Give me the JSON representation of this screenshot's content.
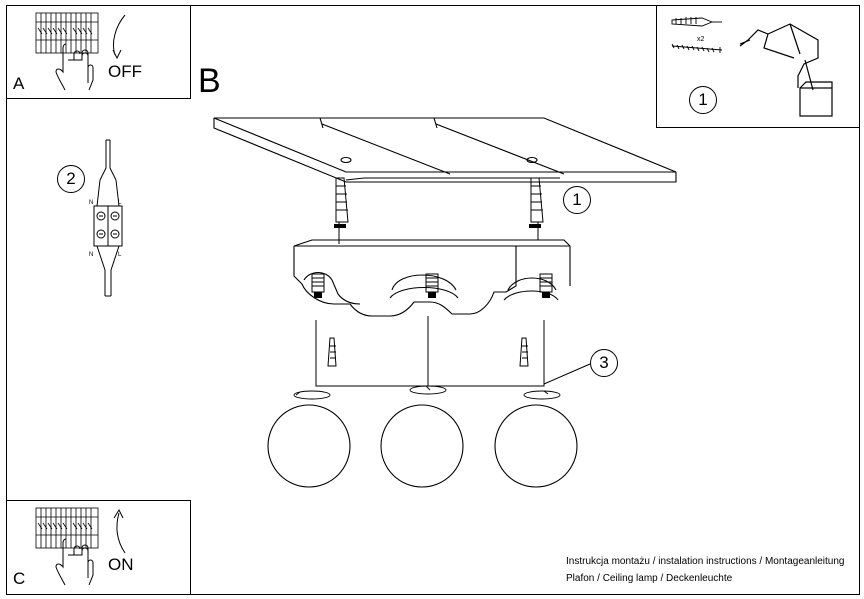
{
  "panels": {
    "a": {
      "letter": "A",
      "label": "OFF"
    },
    "b": {
      "letter": "B"
    },
    "c": {
      "letter": "C",
      "label": "ON"
    }
  },
  "tools": {
    "quantity": "x2",
    "step": "1"
  },
  "steps": {
    "wiring": "2",
    "mount": "1",
    "shades": "3"
  },
  "footer": {
    "line1": "Instrukcja montażu / instalation instructions / Montageanleitung",
    "line2": "Plafon / Ceiling lamp / Deckenleuchte"
  }
}
